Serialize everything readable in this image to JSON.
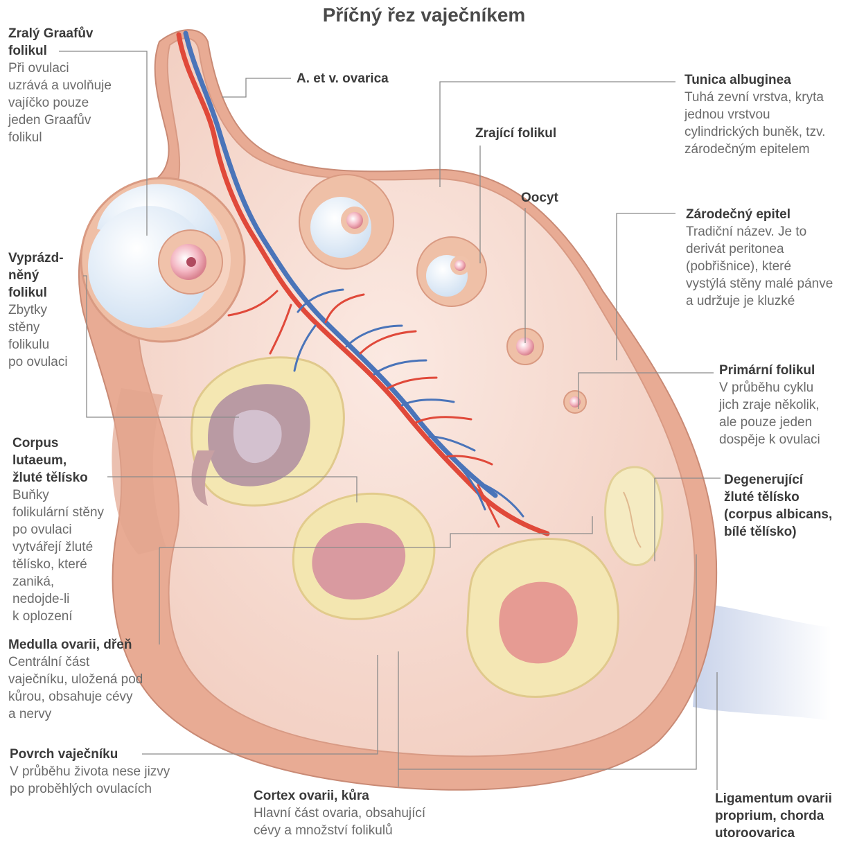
{
  "title": "Příčný řez vaječníkem",
  "colors": {
    "ovary_fill": "#f7ddd3",
    "capsule": "#e3a58f",
    "capsule_dark": "#cf8d78",
    "artery": "#e0493a",
    "vein": "#4a74b9",
    "follicle_ring": "#edb89d",
    "antrum": "#eef4fb",
    "corpus_yellow": "#f4e9b8",
    "label_line": "#7a7a7a"
  },
  "labels": {
    "graaf": {
      "heading": "Zralý Graafův\nfolikul",
      "desc": "Při ovulaci\nuzrává a uvolňuje\nvajíčko pouze\njeden Graafův\nfolikul"
    },
    "vessels": {
      "heading": "A. et v. ovarica"
    },
    "tunica": {
      "heading": "Tunica albuginea",
      "desc": "Tuhá zevní vrstva, kryta\njednou vrstvou\ncylindrických buněk, tzv.\nzárodečným epitelem"
    },
    "maturing": {
      "heading": "Zrající folikul"
    },
    "oocyte": {
      "heading": "Oocyt"
    },
    "germinal": {
      "heading": "Zárodečný epitel",
      "desc": "Tradiční název. Je to\nderivát peritonea\n(pobřišnice), které\nvystýlá stěny malé pánve\na udržuje je kluzké"
    },
    "emptied": {
      "heading": "Vyprázd-\nněný\nfolikul",
      "desc": "Zbytky\nstěny\nfolikulu\npo ovulaci"
    },
    "primary": {
      "heading": "Primární folikul",
      "desc": "V průběhu cyklu\njich zraje několik,\nale pouze jeden\ndospěje k ovulaci"
    },
    "corpus_luteum": {
      "heading": "Corpus\nlutaeum,\nžluté tělísko",
      "desc": "Buňky\nfolikulární stěny\npo ovulaci\nvytvářejí žluté\ntělísko, které\nzaniká,\nnedojde-li\nk oplození"
    },
    "degenerating": {
      "heading": "Degenerující\nžluté tělísko\n(corpus albicans,\nbílé tělísko)"
    },
    "medulla": {
      "heading": "Medulla ovarii, dřeň",
      "desc": "Centrální část\nvaječníku, uložená pod\nkůrou, obsahuje cévy\na nervy"
    },
    "surface": {
      "heading": "Povrch vaječníku",
      "desc": "V průběhu života nese jizvy\npo proběhlých ovulacích"
    },
    "cortex": {
      "heading": "Cortex ovarii, kůra",
      "desc": "Hlavní část ovaria, obsahující\ncévy a množství folikulů"
    },
    "ligament": {
      "heading": "Ligamentum ovarii\nproprium, chorda\nutoroovarica"
    }
  }
}
